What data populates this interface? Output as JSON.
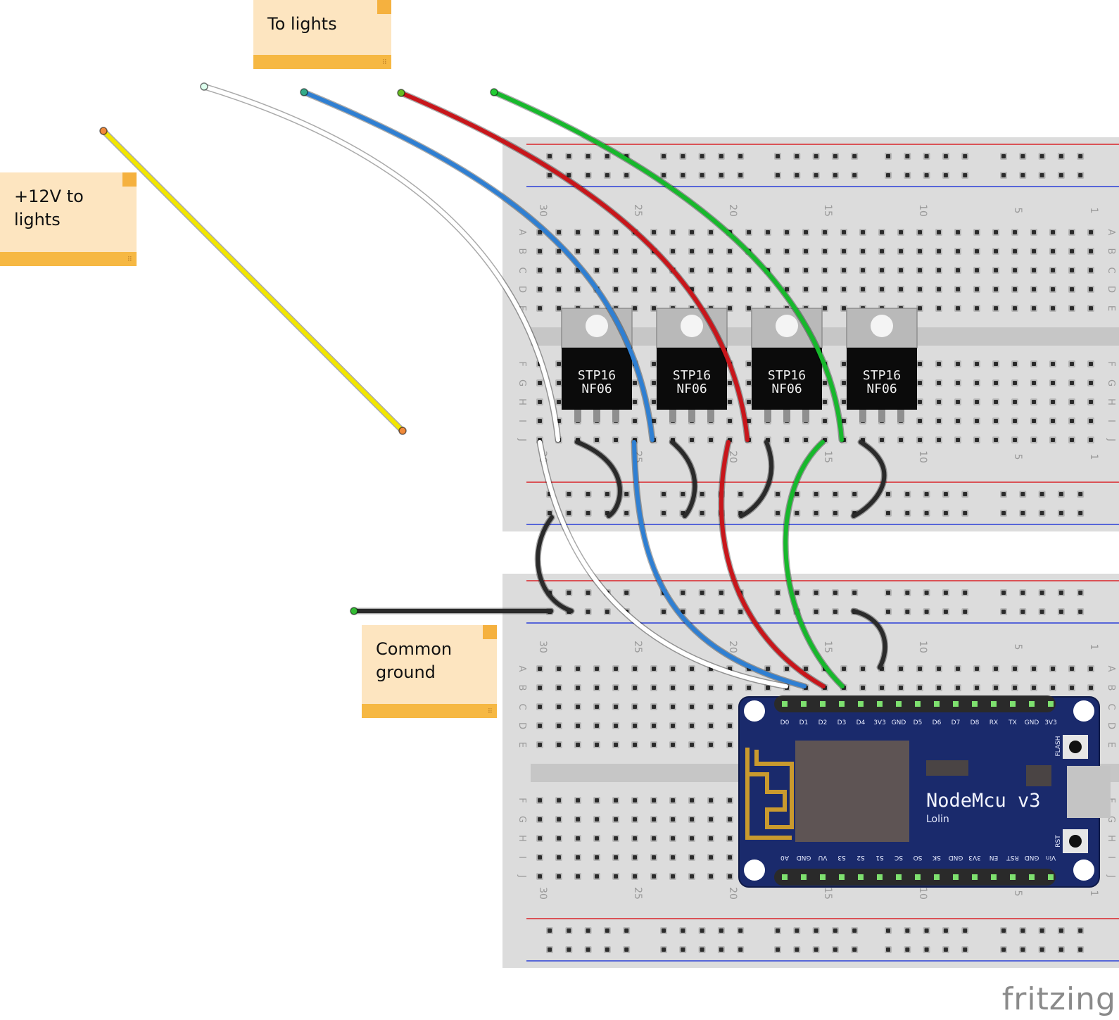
{
  "notes": {
    "to_lights": "To lights",
    "plus12v": "+12V to\nlights",
    "common_ground": "Common\nground"
  },
  "mosfet_label": {
    "line1": "STP16",
    "line2": "NF06"
  },
  "breadboard": {
    "column_numbers": [
      "30",
      "25",
      "20",
      "15",
      "10",
      "5",
      "1"
    ],
    "row_letters_top": [
      "A",
      "B",
      "C",
      "D",
      "E"
    ],
    "row_letters_bottom": [
      "F",
      "G",
      "H",
      "I",
      "J"
    ]
  },
  "nodemcu": {
    "name": "NodeMcu  v3",
    "maker": "Lolin",
    "flash_label": "FLASH",
    "rst_label": "RST",
    "top_pins": [
      "D0",
      "D1",
      "D2",
      "D3",
      "D4",
      "3V3",
      "GND",
      "D5",
      "D6",
      "D7",
      "D8",
      "RX",
      "TX",
      "GND",
      "3V3"
    ],
    "bottom_pins": [
      "A0",
      "GND",
      "VU",
      "S3",
      "S2",
      "S1",
      "SC",
      "SO",
      "SK",
      "GND",
      "3V3",
      "EN",
      "RST",
      "GND",
      "Vin"
    ]
  },
  "wire_colors": {
    "yellow": "#f2e600",
    "white": "#ffffff",
    "blue": "#2f7fd2",
    "red": "#c8161b",
    "green": "#17b82c",
    "black": "#2a2a2a"
  },
  "brand": "fritzing"
}
